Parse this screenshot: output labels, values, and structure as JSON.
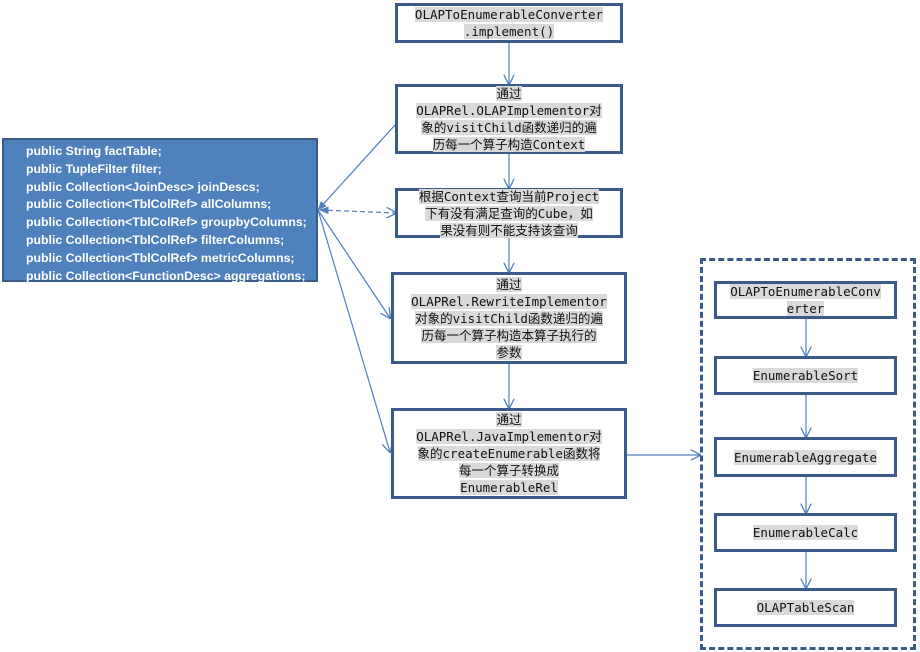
{
  "fields_box": {
    "lines": [
      "public String factTable;",
      "public TupleFilter filter;",
      "public Collection<JoinDesc> joinDescs;",
      "public Collection<TblColRef> allColumns;",
      "public Collection<TblColRef> groupbyColumns;",
      "public Collection<TblColRef> filterColumns;",
      "public Collection<TblColRef> metricColumns;",
      "public Collection<FunctionDesc> aggregations;"
    ]
  },
  "main_flow": {
    "step1": [
      "OLAPToEnumerableConverter",
      ".implement()"
    ],
    "step2": [
      "通过",
      "OLAPRel.OLAPImplementor对",
      "象的visitChild函数递归的遍",
      "历每一个算子构造Context"
    ],
    "step3": [
      "根据Context查询当前Project",
      "下有没有满足查询的Cube，如",
      "果没有则不能支持该查询"
    ],
    "step4": [
      "通过",
      "OLAPRel.RewriteImplementor",
      "对象的visitChild函数递归的遍",
      "历每一个算子构造本算子执行的",
      "参数"
    ],
    "step5": [
      "通过",
      "OLAPRel.JavaImplementor对",
      "象的createEnumerable函数将",
      "每一个算子转换成",
      "EnumerableRel"
    ]
  },
  "operator_tree": {
    "nodes": [
      [
        "OLAPToEnumerableConv",
        "erter"
      ],
      [
        "EnumerableSort"
      ],
      [
        "EnumerableAggregate"
      ],
      [
        "EnumerableCalc"
      ],
      [
        "OLAPTableScan"
      ]
    ]
  },
  "colors": {
    "border": "#3a5a8a",
    "fields_fill": "#4f81bd",
    "connector": "#4f81bd",
    "highlight": "#d9d9d9"
  }
}
